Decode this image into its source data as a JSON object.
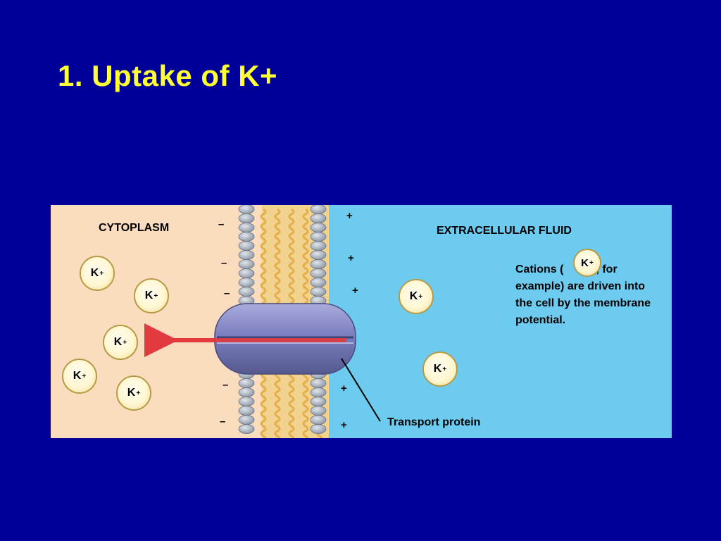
{
  "slide": {
    "title": "1. Uptake of K+"
  },
  "labels": {
    "cytoplasm": "CYTOPLASM",
    "extracellular": "EXTRACELLULAR FLUID",
    "transport_protein": "Transport protein",
    "cations_prefix": "Cations (",
    "cations_suffix": ",  for",
    "cations_rest": "example) are driven into the cell by the membrane potential."
  },
  "ion": {
    "symbol": "K",
    "charge": "+"
  },
  "charges": {
    "negative": "–",
    "positive": "+"
  },
  "colors": {
    "background": "#000099",
    "title": "#ffff33",
    "cytoplasm": "#fadcbf",
    "extracellular": "#6ecbf0",
    "lipid_tail": "#e3b04b",
    "lipid_head": "#9aa4b2",
    "protein": "#7b7fbf",
    "arrow": "#e23a3f"
  }
}
